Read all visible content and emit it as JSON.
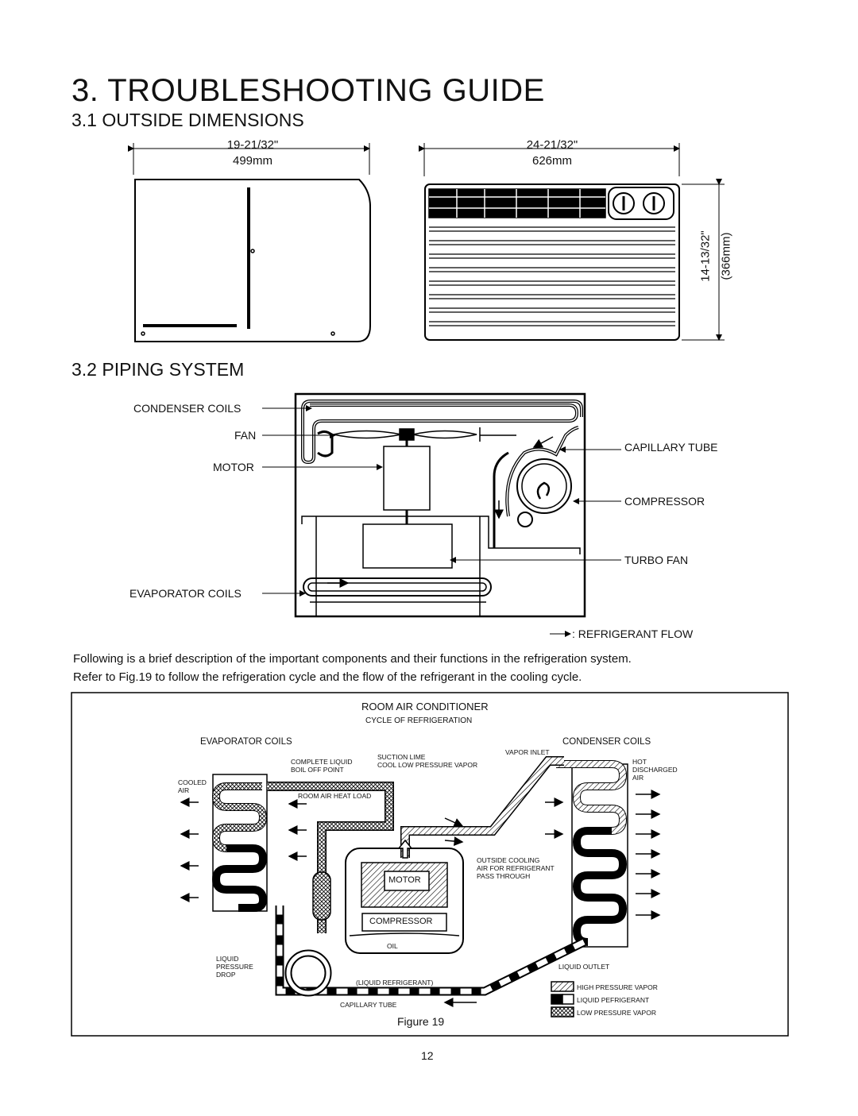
{
  "page_title": "3. TROUBLESHOOTING GUIDE",
  "section_outside": {
    "heading": "3.1 OUTSIDE DIMENSIONS",
    "side_width_in": "19-21/32\"",
    "side_width_mm": "499mm",
    "front_width_in": "24-21/32\"",
    "front_width_mm": "626mm",
    "height_in": "14-13/32\"",
    "height_mm": "(366mm)"
  },
  "section_piping": {
    "heading": "3.2 PIPING SYSTEM",
    "labels": {
      "condenser_coils": "CONDENSER  COILS",
      "fan": "FAN",
      "motor": "MOTOR",
      "evaporator_coils": "EVAPORATOR  COILS",
      "capillary_tube": "CAPILLARY  TUBE",
      "compressor": "COMPRESSOR",
      "turbo_fan": "TURBO FAN",
      "refrigerant_flow": ": REFRIGERANT FLOW"
    }
  },
  "description": {
    "line1": "Following is a brief description of the important components and their functions in the refrigeration system.",
    "line2": "Refer to Fig.19  to follow the refrigeration cycle and the flow of the refrigerant in the cooling cycle."
  },
  "cycle_figure": {
    "title": "ROOM AIR CONDITIONER",
    "subtitle": "CYCLE OF REFRIGERATION",
    "evaporator_coils": "EVAPORATOR COILS",
    "condenser_coils": "CONDENSER COILS",
    "complete_liquid": "COMPLETE LIQUID\nBOIL OFF POINT",
    "suction_line": "SUCTION LIME\nCOOL LOW PRESSURE VAPOR",
    "vapor_inlet": "VAPOR INLET",
    "hot_air": "HOT\nDISCHARGED\nAIR",
    "cooled_air": "COOLED\nAIR",
    "room_air_heat_load": "ROOM AIR HEAT LOAD",
    "outside_cooling": "OUTSIDE COOLING\nAIR FOR REFRIGERANT\nPASS THROUGH",
    "motor": "MOTOR",
    "compressor": "COMPRESSOR",
    "oil": "OIL",
    "liquid_pressure_drop": "LIQUID\nPRESSURE\nDROP",
    "liquid_outlet": "LIQUID OUTLET",
    "liquid_refrigerant": "(LIQUID REFRIGERANT)",
    "capillary_tube": "CAPILLARY TUBE",
    "legend_high": "HIGH PRESSURE VAPOR",
    "legend_liquid": "LIQUID PEFRIGERANT",
    "legend_low": "LOW PRESSURE VAPOR",
    "caption": "Figure  19"
  },
  "page_number": "12"
}
